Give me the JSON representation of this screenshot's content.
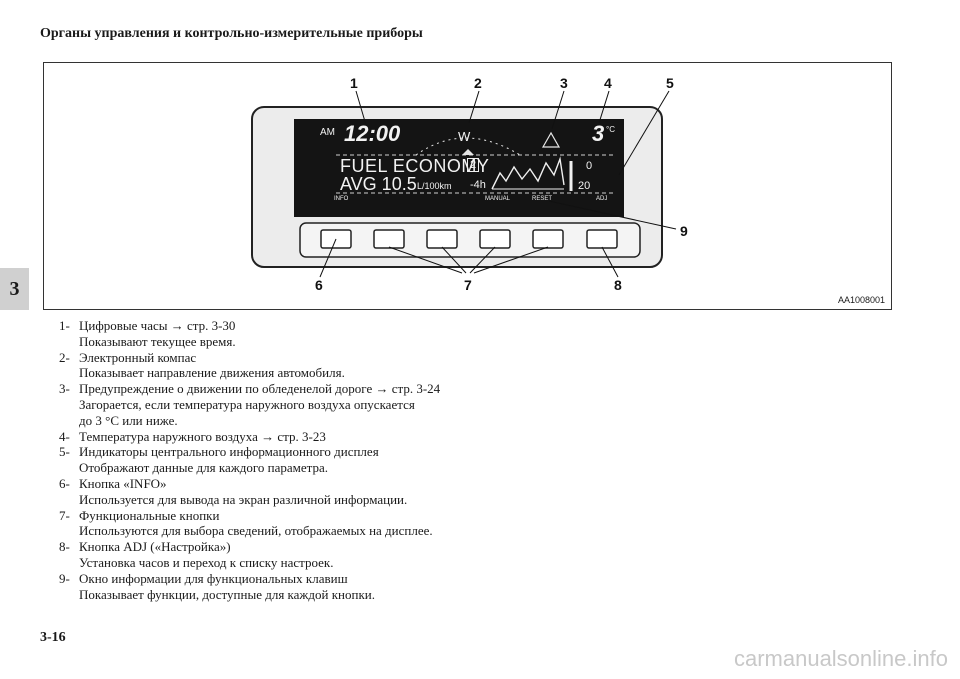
{
  "header": {
    "title": "Органы управления и контрольно-измерительные приборы"
  },
  "chapter_tab": "3",
  "figure": {
    "id": "AA1008001",
    "callouts": [
      "1",
      "2",
      "3",
      "4",
      "5",
      "6",
      "7",
      "8",
      "9"
    ],
    "display": {
      "am": "AM",
      "clock": "12:00",
      "compass": "W",
      "temp_value": "3",
      "temp_unit": "°C",
      "line1": "FUEL ECONOMY",
      "line1_badge": "2",
      "line2_main": "AVG 10.5",
      "line2_unit": "L/100km",
      "line2_graph_label": "-4h",
      "scale_top": "0",
      "scale_bottom": "20",
      "soft_keys": [
        "INFO",
        "MANUAL",
        "RESET",
        "ADJ"
      ]
    }
  },
  "legend": [
    {
      "num": "1-",
      "title": "Цифровые часы → стр. 3-30",
      "desc": [
        "Показывают текущее время."
      ]
    },
    {
      "num": "2-",
      "title": "Электронный компас",
      "desc": [
        "Показывает направление движения автомобиля."
      ]
    },
    {
      "num": "3-",
      "title": "Предупреждение о движении по обледенелой дороге → стр. 3-24",
      "desc": [
        "Загорается, если температура наружного воздуха опускается",
        "до 3 °C или ниже."
      ]
    },
    {
      "num": "4-",
      "title": "Температура наружного воздуха → стр. 3-23",
      "desc": []
    },
    {
      "num": "5-",
      "title": "Индикаторы центрального информационного дисплея",
      "desc": [
        "Отображают данные для каждого параметра."
      ]
    },
    {
      "num": "6-",
      "title": "Кнопка «INFO»",
      "desc": [
        "Используется для вывода на экран различной информации."
      ]
    },
    {
      "num": "7-",
      "title": "Функциональные кнопки",
      "desc": [
        "Используются для выбора сведений, отображаемых на дисплее."
      ]
    },
    {
      "num": "8-",
      "title": "Кнопка ADJ («Настройка»)",
      "desc": [
        "Установка часов и переход к списку настроек."
      ]
    },
    {
      "num": "9-",
      "title": "Окно информации для функциональных клавиш",
      "desc": [
        "Показывает функции, доступные для каждой кнопки."
      ]
    }
  ],
  "page_number": "3-16",
  "watermark": "carmanualsonline.info"
}
